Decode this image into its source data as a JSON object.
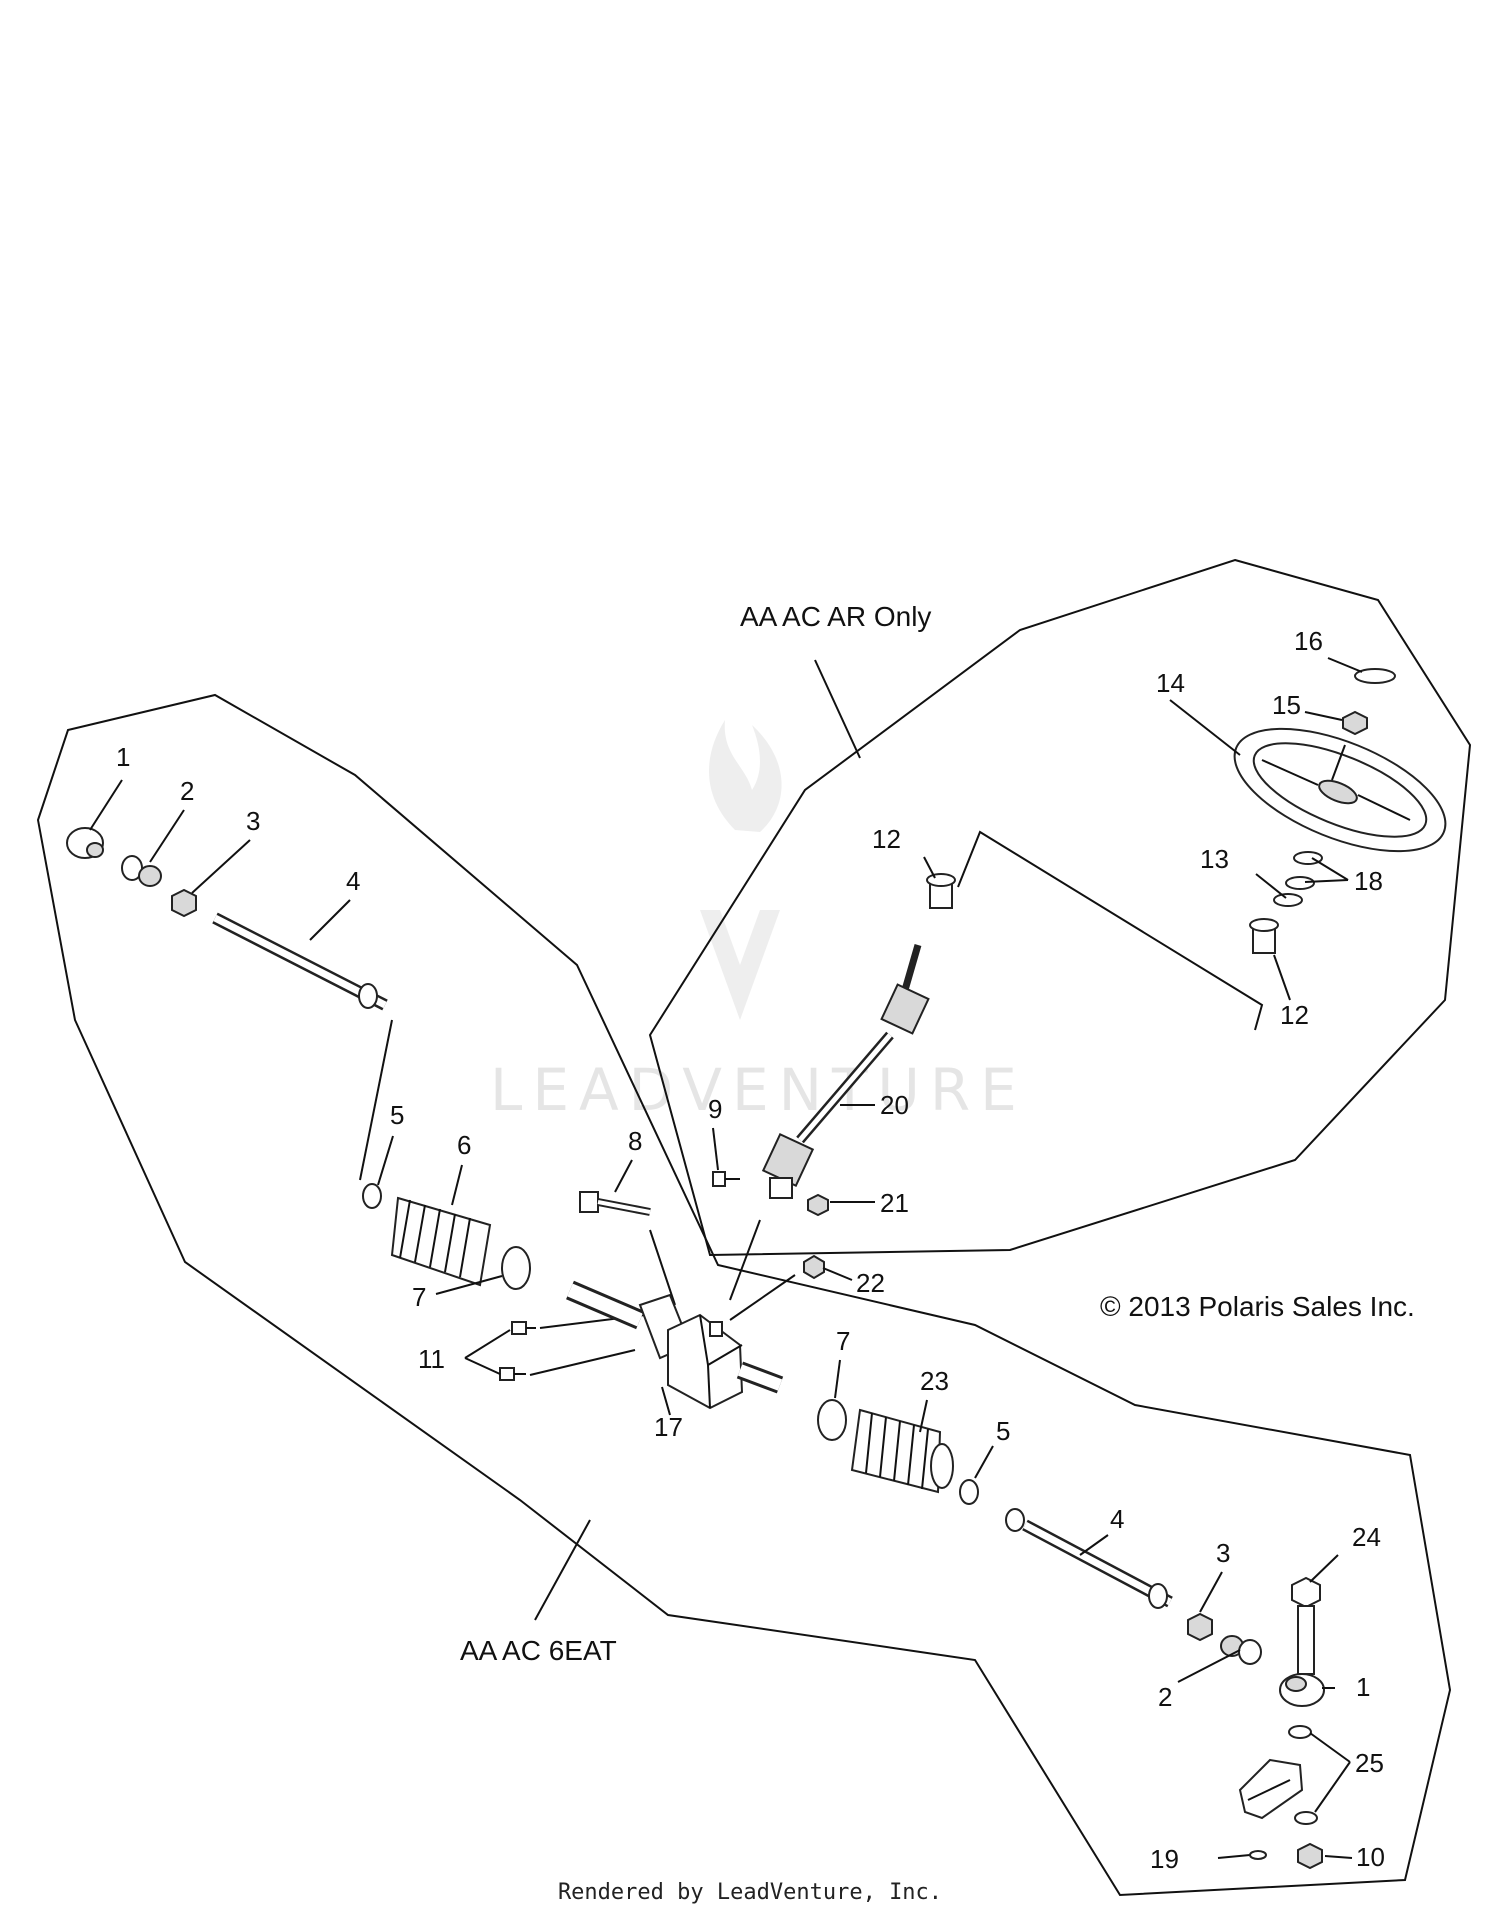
{
  "groups": {
    "upper": "AA AC AR Only",
    "lower": "AA AC 6EAT"
  },
  "copyright": "© 2013 Polaris Sales Inc.",
  "watermark": "LEADVENTURE",
  "footer": "Rendered by LeadVenture, Inc.",
  "callouts": {
    "c1a": "1",
    "c2a": "2",
    "c3a": "3",
    "c4a": "4",
    "c5a": "5",
    "c6": "6",
    "c7a": "7",
    "c8": "8",
    "c9": "9",
    "c11": "11",
    "c12a": "12",
    "c12b": "12",
    "c13": "13",
    "c14": "14",
    "c15": "15",
    "c16": "16",
    "c17": "17",
    "c18": "18",
    "c20": "20",
    "c21": "21",
    "c22": "22",
    "c7b": "7",
    "c23": "23",
    "c5b": "5",
    "c4b": "4",
    "c3b": "3",
    "c24": "24",
    "c2b": "2",
    "c1b": "1",
    "c25": "25",
    "c19": "19",
    "c10": "10"
  }
}
